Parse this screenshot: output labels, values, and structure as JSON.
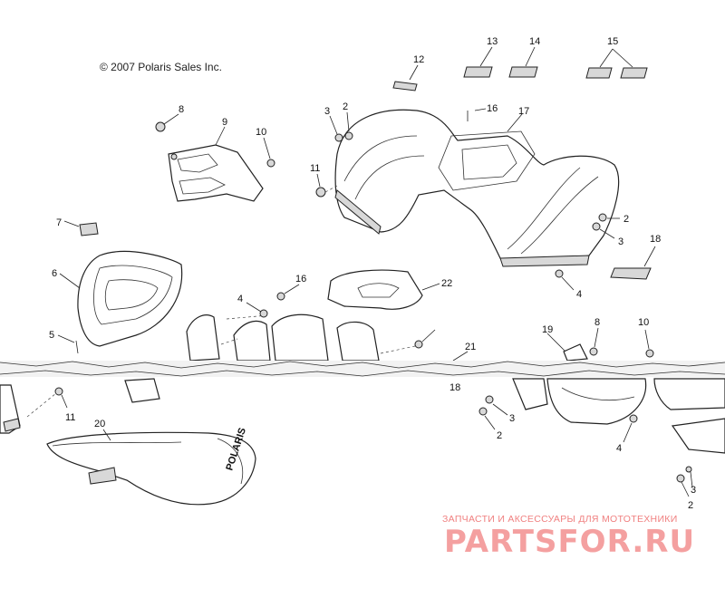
{
  "copyright": "© 2007 Polaris Sales Inc.",
  "callouts": [
    "13",
    "14",
    "15",
    "12",
    "8",
    "9",
    "10",
    "3",
    "2",
    "16",
    "17",
    "11",
    "7",
    "2",
    "3",
    "18",
    "6",
    "16",
    "22",
    "4",
    "4",
    "5",
    "21",
    "19",
    "8",
    "10",
    "18",
    "11",
    "20",
    "3",
    "2",
    "4",
    "3",
    "2"
  ],
  "seat_brand": "POLARIS",
  "watermark": {
    "subtitle": "ЗАПЧАСТИ И АКСЕССУАРЫ ДЛЯ МОТОТЕХНИКИ",
    "title": "PARTSFOR.RU"
  }
}
